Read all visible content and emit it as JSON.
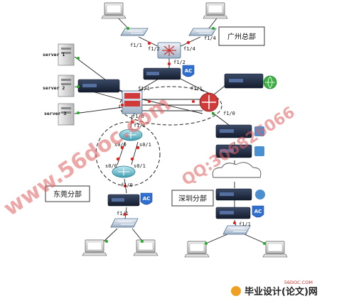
{
  "sites": {
    "guangzhou": "广州总部",
    "dongguan": "东莞分部",
    "shenzhen": "深圳分部"
  },
  "ports": {
    "gz_sw_left": "f1/1",
    "gz_sw_right": "f1/4",
    "gz_core_left": "f1/2",
    "gz_core_right": "f1/4",
    "gz_router_top": "f1/2",
    "left_core_top": "f1/1",
    "right_core_top": "f1/1",
    "left_core_mid": "f1/0",
    "right_core_mid": "f1/0",
    "left_core_bottom": "f1/1",
    "r1_s00": "s0/0",
    "r1_s01": "s0/1",
    "r2_s00": "s0/0",
    "r2_s01": "s0/1",
    "dg_router_bottom": "f1/0",
    "dg_sw_top": "f1/1",
    "sz_sw_top": "f1/1"
  },
  "servers": [
    "server 1",
    "server 2",
    "server 3"
  ],
  "badges": {
    "ac": "AC"
  },
  "watermarks": {
    "site": "www.56doc.com",
    "qq": "QQ:306826066"
  },
  "footer": {
    "logo_site": "56DOC.COM",
    "brand": "毕业设计(论文)网"
  },
  "colors": {
    "watermark": "#e06060",
    "link_dot_red": "#e02020",
    "link_dot_green": "#22aa22"
  }
}
